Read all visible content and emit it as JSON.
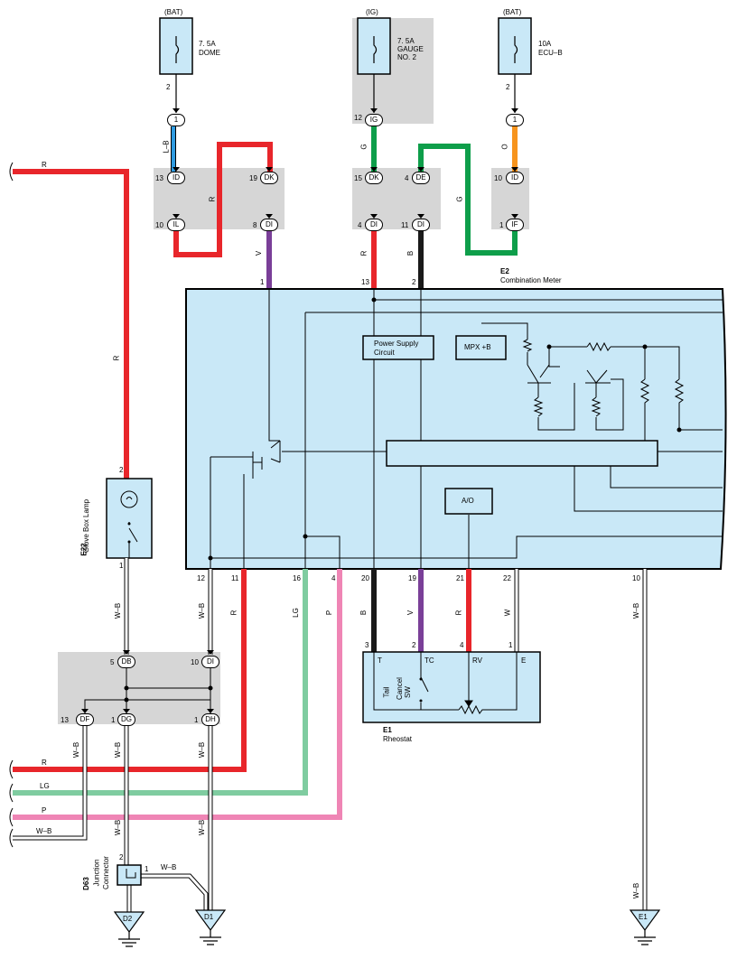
{
  "fuses": [
    {
      "source": "(BAT)",
      "rating": "7. 5A",
      "name1": "DOME",
      "name2": "",
      "name3": "",
      "pin": "2"
    },
    {
      "source": "(IG)",
      "rating": "7. 5A",
      "name1": "GAUGE",
      "name2": "NO. 2",
      "name3": "",
      "pin": "12"
    },
    {
      "source": "(BAT)",
      "rating": "10A",
      "name1": "ECU–B",
      "name2": "",
      "name3": "",
      "pin": "2"
    }
  ],
  "connectors": {
    "c_1a": "1",
    "c_ig": "IG",
    "c_1b": "1",
    "c_id1": "ID",
    "c_dk1": "DK",
    "c_dk2": "DK",
    "c_de": "DE",
    "c_id2": "ID",
    "c_il": "IL",
    "c_di1": "DI",
    "c_di2": "DI",
    "c_di3": "DI",
    "c_if": "IF",
    "c_db": "DB",
    "c_di4": "DI",
    "c_df": "DF",
    "c_dg": "DG",
    "c_dh": "DH"
  },
  "pins": {
    "p13": "13",
    "p19": "19",
    "p15": "15",
    "p4a": "4",
    "p10a": "10",
    "p10b": "10",
    "p8": "8",
    "p4b": "4",
    "p11": "11",
    "p1a": "1",
    "m1": "1",
    "m13": "13",
    "m2": "2",
    "b12": "12",
    "b11": "11",
    "b16": "16",
    "b4": "4",
    "b20": "20",
    "b19": "19",
    "b21": "21",
    "b22": "22",
    "b10": "10",
    "r3": "3",
    "r2": "2",
    "r4": "4",
    "r1": "1",
    "j5": "5",
    "j10": "10",
    "j13": "13",
    "j1a": "1",
    "j1b": "1",
    "gb2": "2",
    "gb1": "1",
    "d2": "2",
    "d1": "1"
  },
  "wires": {
    "L_B": "L–B",
    "R1": "R",
    "G1": "G",
    "G2": "G",
    "O": "O",
    "V": "V",
    "R2": "R",
    "B": "B",
    "R_left": "R",
    "R_left2": "R",
    "WB1": "W–B",
    "WB2": "W–B",
    "R3": "R",
    "LG": "LG",
    "P": "P",
    "B2": "B",
    "V2": "V",
    "R4": "R",
    "W": "W",
    "WB3": "W–B",
    "WB4": "W–B",
    "WB5": "W–B",
    "WB6": "W–B",
    "hR": "R",
    "hLG": "LG",
    "hP": "P",
    "hWB": "W–B",
    "WB7": "W–B",
    "WB8": "W–B",
    "WB9": "W–B"
  },
  "meter": {
    "code": "E2",
    "name": "Combination Meter",
    "psu1": "Power Supply",
    "psu2": "Circuit",
    "mpx": "MPX +B",
    "ao": "A/O"
  },
  "rheostat": {
    "code": "E1",
    "name": "Rheostat",
    "T": "T",
    "TC": "TC",
    "RV": "RV",
    "E": "E",
    "sw1": "Tail",
    "sw2": "Cancel",
    "sw3": "SW"
  },
  "glovebox": {
    "code": "E22",
    "name": "Glove Box Lamp"
  },
  "junction": {
    "code": "D63",
    "name1": "Junction",
    "name2": "Connector"
  },
  "grounds": {
    "g1": "D2",
    "g2": "D1",
    "g3": "E1"
  },
  "colors": {
    "red": "#e8262b",
    "blue": "#2f9be0",
    "green": "#0e9e4a",
    "orange": "#f7941d",
    "purple": "#7a3f98",
    "black": "#1a1a1a",
    "lightgreen": "#7fcca0",
    "pink": "#ef85b5",
    "box": "#c9e8f7",
    "gray": "#d6d6d6"
  }
}
